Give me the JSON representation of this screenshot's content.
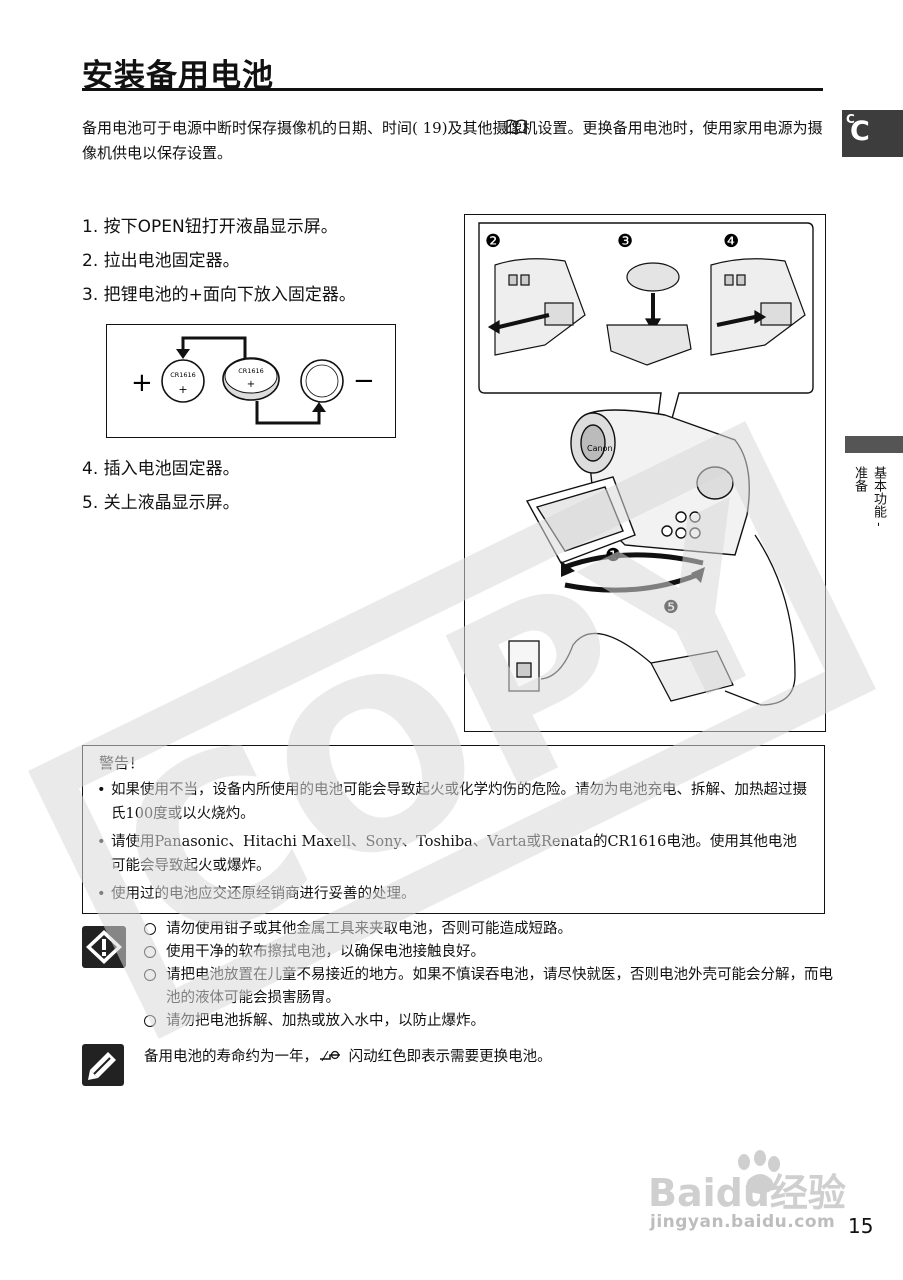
{
  "page": {
    "title": "安装备用电池",
    "intro": "备用电池可于电源中断时保存摄像机的日期、时间(  19)及其他摄像机设置。更换备用电池时，使用家用电源为摄像机供电以保存设置。",
    "intro_ref_icon": "book-icon",
    "page_number": "15"
  },
  "side_tab": {
    "letter_big": "C",
    "letter_small": "C",
    "label_line1": "基本功能 -",
    "label_line2": "准备"
  },
  "steps_a": [
    "1. 按下OPEN钮打开液晶显示屏。",
    "2. 拉出电池固定器。",
    "3. 把锂电池的+面向下放入固定器。"
  ],
  "steps_b": [
    "4. 插入电池固定器。",
    "5. 关上液晶显示屏。"
  ],
  "battery_diagram": {
    "plus": "+",
    "minus": "−",
    "coin1_label": "CR1616",
    "coin1_sign": "+",
    "coin2_label": "CR1616",
    "coin2_sign": "+"
  },
  "figure": {
    "step_labels": [
      "❷",
      "❸",
      "❹"
    ],
    "label_open": "❶",
    "label_close": "❺",
    "brand": "Canon"
  },
  "warning": {
    "title": "警告！",
    "items": [
      "如果使用不当，设备内所使用的电池可能会导致起火或化学灼伤的危险。请勿为电池充电、拆解、加热超过摄氏100度或以火烧灼。",
      "请使用Panasonic、Hitachi Maxell、Sony、Toshiba、Varta或Renata的CR1616电池。使用其他电池可能会导致起火或爆炸。",
      "使用过的电池应交还原经销商进行妥善的处理。"
    ]
  },
  "caution": {
    "icon": "caution-icon",
    "items": [
      "请勿使用钳子或其他金属工具来夹取电池，否则可能造成短路。",
      "使用干净的软布擦拭电池，以确保电池接触良好。",
      "请把电池放置在儿童不易接近的地方。如果不慎误吞电池，请尽快就医，否则电池外壳可能会分解，而电池的液体可能会损害肠胃。",
      "请勿把电池拆解、加热或放入水中，以防止爆炸。"
    ]
  },
  "note": {
    "icon": "note-icon",
    "text_before": "备用电池的寿命约为一年，",
    "text_after": " 闪动红色即表示需要更换电池。",
    "indicator_icon": "backup-battery-indicator-icon"
  },
  "watermark": {
    "text": "COPY",
    "color": "#d9d9d9"
  },
  "site_watermark": {
    "logo": "Baidu经验",
    "url": "jingyan.baidu.com"
  }
}
